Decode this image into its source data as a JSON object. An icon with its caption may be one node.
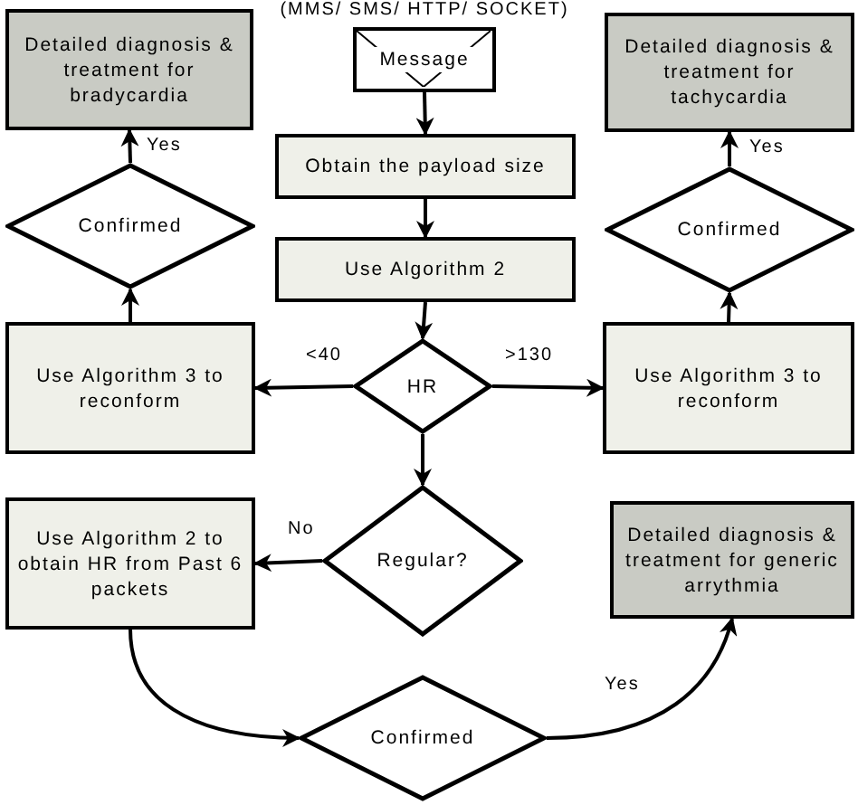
{
  "diagram": {
    "nodes": [
      {
        "text": [
          "Detailed diagnosis & treatment for bradycardia"
        ]
      },
      {
        "text": [
          "Message"
        ],
        "beside": [
          "(MMS/ SMS/ HTTP/ SOCKET)"
        ]
      },
      {
        "text": [
          "Detailed diagnosis & treatment for tachycardia"
        ]
      },
      {
        "text": [
          "Obtain the payload size"
        ]
      },
      {
        "text": [
          "Confirmed"
        ]
      },
      {
        "text": [
          "Confirmed"
        ]
      },
      {
        "text": [
          "Use Algorithm 2"
        ]
      },
      {
        "text": [
          "Use Algorithm 3 to reconform"
        ]
      },
      {
        "text": [
          "HR"
        ]
      },
      {
        "text": [
          "Use Algorithm 3 to reconform"
        ]
      },
      {
        "text": [
          "Use Algorithm 2 to obtain HR from Past 6 packets"
        ]
      },
      {
        "text": [
          "Regular?"
        ]
      },
      {
        "text": [
          "Detailed diagnosis & treatment for generic arrythmia"
        ]
      },
      {
        "text": [
          "Confirmed"
        ]
      }
    ],
    "edges": [
      {
        "from": 1,
        "to": 3,
        "arrow": "to"
      },
      {
        "from": 3,
        "to": 6,
        "arrow": "to"
      },
      {
        "from": 6,
        "to": 8,
        "arrow": "to"
      },
      {
        "from": 8,
        "to": 7,
        "arrow": "to",
        "label": "<40"
      },
      {
        "from": 8,
        "to": 9,
        "arrow": "to",
        "label": ">130"
      },
      {
        "from": 7,
        "to": 4,
        "arrow": "to"
      },
      {
        "from": 9,
        "to": 5,
        "arrow": "to"
      },
      {
        "from": 4,
        "to": 0,
        "arrow": "to",
        "label": "Yes"
      },
      {
        "from": 5,
        "to": 2,
        "arrow": "to",
        "label": "Yes"
      },
      {
        "from": 8,
        "to": 11,
        "arrow": "to"
      },
      {
        "from": 11,
        "to": 10,
        "arrow": "to",
        "label": "No"
      },
      {
        "from": 10,
        "to": 13,
        "arrow": "to"
      },
      {
        "from": 13,
        "to": 12,
        "arrow": "to",
        "label": "Yes"
      }
    ]
  }
}
